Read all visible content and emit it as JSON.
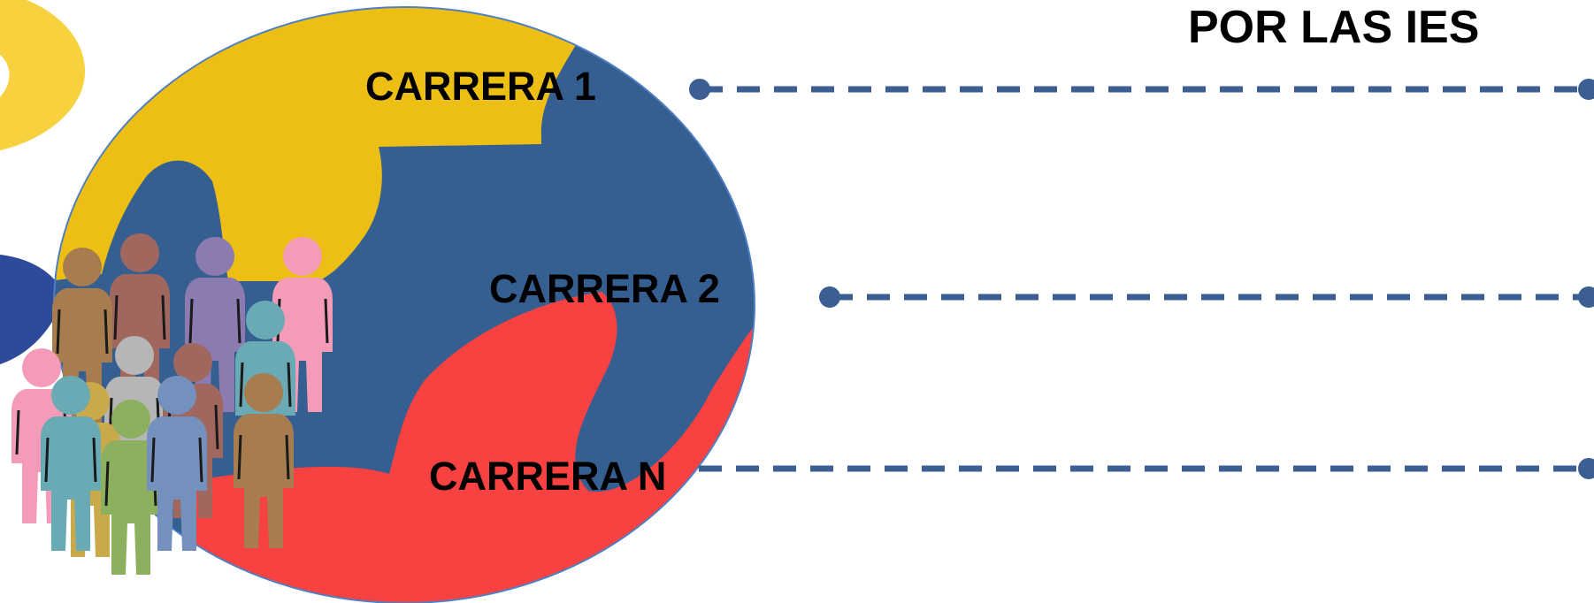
{
  "heading": "POR LAS IES",
  "careers": [
    {
      "label": "CARRERA 1"
    },
    {
      "label": "CARRERA 2"
    },
    {
      "label": "CARRERA N"
    }
  ],
  "colors": {
    "yellow": "#EDBF14",
    "blue": "#365F91",
    "red": "#F84141",
    "connector": "#3B5F92",
    "edge_yellow": "#F7D13E",
    "edge_blue": "#2E4A9A"
  },
  "figures": [
    {
      "color": "#A0675E"
    },
    {
      "color": "#8C7BB0"
    },
    {
      "color": "#F49BB8"
    },
    {
      "color": "#A77C4F"
    },
    {
      "color": "#F49BB8"
    },
    {
      "color": "#B6B6B6"
    },
    {
      "color": "#A0675E"
    },
    {
      "color": "#6AAAB4"
    },
    {
      "color": "#C9A94A"
    },
    {
      "color": "#6AAAB4"
    },
    {
      "color": "#8DB05E"
    },
    {
      "color": "#7490BD"
    },
    {
      "color": "#A77C4F"
    }
  ]
}
